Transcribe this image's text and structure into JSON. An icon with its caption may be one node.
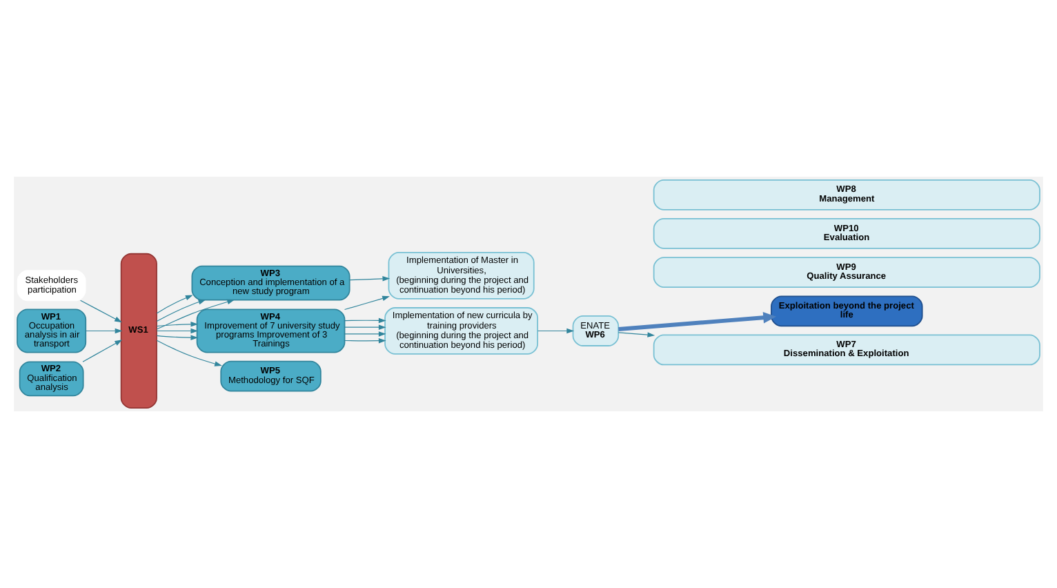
{
  "diagram": {
    "nodes": [
      {
        "text": [
          "Stakeholders participation"
        ]
      },
      {
        "text": [
          "WP1",
          "Occupation analysis in air transport"
        ]
      },
      {
        "text": [
          "WP2",
          "Qualification analysis"
        ]
      },
      {
        "text": [
          "WS1"
        ]
      },
      {
        "text": [
          "WP3",
          "Conception and implementation of a new study program"
        ]
      },
      {
        "text": [
          "WP4",
          "Improvement of 7 university study programs Improvement of 3 Trainings"
        ]
      },
      {
        "text": [
          "WP5",
          "Methodology for SQF"
        ]
      },
      {
        "text": [
          "Implementation of Master in Universities,",
          "(beginning during the project and continuation beyond his period)"
        ]
      },
      {
        "text": [
          "Implementation of new curricula by training providers",
          "(beginning during the project and continuation beyond his period)"
        ]
      },
      {
        "text": [
          "ENATE",
          "WP6"
        ]
      },
      {
        "text": [
          "Exploitation beyond the project life"
        ]
      },
      {
        "text": [
          "WP7",
          "Dissemination & Exploitation"
        ]
      },
      {
        "text": [
          "WP9",
          "Quality Assurance"
        ]
      },
      {
        "text": [
          "WP10",
          "Evaluation"
        ]
      },
      {
        "text": [
          "WP8",
          "Management"
        ]
      }
    ],
    "edges": [
      {
        "from": 0,
        "to": 3,
        "arrow": "to"
      },
      {
        "from": 1,
        "to": 3,
        "arrow": "to"
      },
      {
        "from": 2,
        "to": 3,
        "arrow": "to"
      },
      {
        "from": 3,
        "to": 4,
        "arrow": "to"
      },
      {
        "from": 3,
        "to": 4,
        "arrow": "to"
      },
      {
        "from": 3,
        "to": 4,
        "arrow": "to"
      },
      {
        "from": 3,
        "to": 5,
        "arrow": "to"
      },
      {
        "from": 3,
        "to": 5,
        "arrow": "to"
      },
      {
        "from": 3,
        "to": 5,
        "arrow": "to"
      },
      {
        "from": 3,
        "to": 6,
        "arrow": "to"
      },
      {
        "from": 4,
        "to": 7,
        "arrow": "to"
      },
      {
        "from": 5,
        "to": 7,
        "arrow": "to"
      },
      {
        "from": 5,
        "to": 8,
        "arrow": "to"
      },
      {
        "from": 5,
        "to": 8,
        "arrow": "to"
      },
      {
        "from": 5,
        "to": 8,
        "arrow": "to"
      },
      {
        "from": 5,
        "to": 8,
        "arrow": "to"
      },
      {
        "from": 8,
        "to": 9,
        "arrow": "to"
      },
      {
        "from": 9,
        "to": 11,
        "arrow": "to"
      },
      {
        "from": 9,
        "to": 10,
        "arrow": "to",
        "style": "thick",
        "color": "#4f81bd"
      }
    ]
  }
}
